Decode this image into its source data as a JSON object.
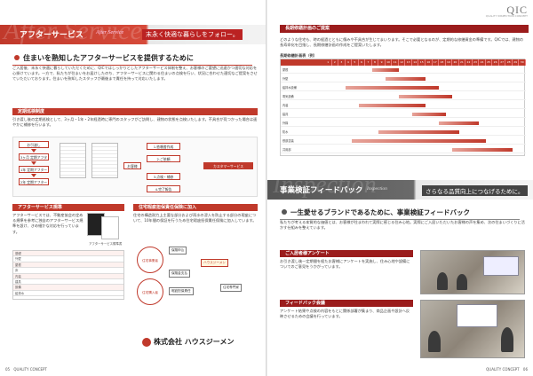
{
  "left": {
    "banner": {
      "watermark": "After Service",
      "title": "アフターサービス",
      "eng": "After Service",
      "slogan": "末永く快適な暮らしをフォロー。"
    },
    "headline": "住まいを熟知したアフターサービスを提供するために",
    "intro": "ご入居後、末永く快適に暮らしていただくために、QICではしっかりとしたアフターサービス体制を整え、お客様のご要望に迅速かつ適切な対応を心掛けています。一方で、私たちが住まいをお届けしたのち、アフターサービスに関わる住まいの点検を行い、状況に合わせた適切なご提案をさせていただいております。住まいを熟知したスタッフが最後まで責任を持って対応いたします。",
    "sec1": "定期巡検制度",
    "sec1_text": "引き渡し後の定期巡検として、3ヶ月・1年・2年経過時に専門のスタッフがご訪問し、建物の状態を点検いたします。不具合が見つかった場合は速やかに補修を行います。",
    "flow": {
      "left_items": [
        "お引渡し",
        "3ヶ月 定期アフター",
        "1年 定期アフター",
        "2年 定期アフター"
      ],
      "center_items": [
        "1.依頼書作成",
        "2.ご依頼",
        "3.点検・補修",
        "4.完了報告"
      ],
      "right_item": "カスタマーサービス",
      "owner": "お客様"
    },
    "sec2": "アフターサービス規準",
    "sec2_text": "アフターサービスでは、不動産協会の定める規準を参考に独自のアフターサービス規準を設け、きめ細かな対応を行っています。",
    "sec2_caption": "アフターサービス規準書",
    "table_rows": [
      "基礎",
      "外壁",
      "屋根",
      "床",
      "内装",
      "建具",
      "設備",
      "給排水"
    ],
    "sec3": "住宅瑕疵担保責任保険に加入",
    "sec3_text": "住宅の構造耐力上主要な部分および雨水の浸入を防止する部分の瑕疵について、10年間の保証を行うため住宅瑕疵担保責任保険に加入しています。",
    "diagram": {
      "c1": "住宅事業者",
      "c2": "住宅購入者",
      "hub": "ハウスジーメン",
      "node1": "保険申込",
      "node2": "保険金支払",
      "node3": "瑕疵担保責任",
      "node4": "住宅専門家"
    },
    "logo_text": "株式会社 ハウスジーメン",
    "footer_num": "05",
    "footer_label": "QUALITY CONCEPT"
  },
  "right": {
    "qic": "QIC",
    "qic_sub": "QUALITY INSPECTION CONCEPT",
    "sec_title": "長期修繕計画のご提案",
    "intro": "どのような住宅も、時の経過とともに傷みや不具合が生じてまいります。そこで必要となるのが、定期的な修繕資金の準備です。QICでは、建物の長寿命化を目指し、長期修繕計画の作成をご提案いたします。",
    "schedule_title": "長期修繕計画表（例）",
    "schedule_cols": [
      "1",
      "2",
      "3",
      "4",
      "5",
      "6",
      "7",
      "8",
      "9",
      "10",
      "11",
      "12",
      "13",
      "14",
      "15",
      "16",
      "17",
      "18",
      "19",
      "20",
      "21",
      "22",
      "23",
      "24",
      "25",
      "26",
      "27",
      "28",
      "29",
      "30"
    ],
    "schedule_rows": [
      {
        "label": "屋根",
        "start": 8,
        "len": 4
      },
      {
        "label": "外壁",
        "start": 10,
        "len": 6
      },
      {
        "label": "給排水設備",
        "start": 4,
        "len": 14
      },
      {
        "label": "電気設備",
        "start": 12,
        "len": 8
      },
      {
        "label": "内装",
        "start": 6,
        "len": 10
      },
      {
        "label": "建具",
        "start": 14,
        "len": 5
      },
      {
        "label": "外構",
        "start": 18,
        "len": 6
      },
      {
        "label": "防水",
        "start": 9,
        "len": 12
      },
      {
        "label": "鉄部塗装",
        "start": 5,
        "len": 20
      },
      {
        "label": "共用部",
        "start": 20,
        "len": 9
      }
    ],
    "banner2": {
      "wm": "Inspection",
      "title": "事業検証フィードバック",
      "eng": "Inspection",
      "slogan": "さらなる品質向上につなげるために。"
    },
    "headline2": "一生愛せるブランドであるために、事業検証フィードバック",
    "text2": "私たちが考える本質的な価値とは、お客様が住まわれて実際に感じる住み心地。実際にご入居いただいたお客様の声を集め、次の住まいづくりに活かす仕組みを整えています。",
    "sub1": "ご入居者様アンケート",
    "sub1_text": "お引き渡し後一定期間を経たお客様にアンケートを実施し、住み心地や設備についてのご意見をうかがっています。",
    "sub2": "フィードバック会議",
    "sub2_text": "アンケート結果や点検の内容をもとに関係部署が集まり、商品企画や設計へ反映させるための会議を行っています。",
    "footer_label": "QUALITY CONCEPT",
    "footer_num": "06"
  }
}
